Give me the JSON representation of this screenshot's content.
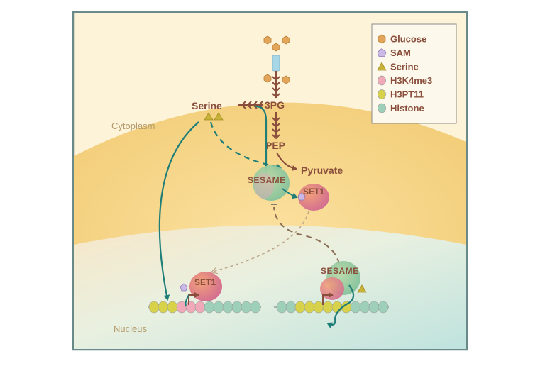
{
  "regions": {
    "cytoplasm": "Cytoplasm",
    "nucleus": "Nucleus"
  },
  "pathway": {
    "serine": "Serine",
    "pg3": "3PG",
    "pep": "PEP",
    "pyruvate": "Pyruvate"
  },
  "complexes": {
    "sesame_cyto": "SESAME",
    "set1_cyto": "SET1",
    "set1_nuc": "SET1",
    "sesame_nuc": "SESAME"
  },
  "legend": {
    "items": [
      {
        "label": "Glucose",
        "icon": "hexagon-icon",
        "color": "#e3a55a"
      },
      {
        "label": "SAM",
        "icon": "pentagon-icon",
        "color": "#cbb9e6"
      },
      {
        "label": "Serine",
        "icon": "triangle-icon",
        "color": "#c9b23a"
      },
      {
        "label": "H3K4me3",
        "icon": "oval-icon",
        "color": "#f0a9b8"
      },
      {
        "label": "H3PT11",
        "icon": "oval-icon",
        "color": "#d8d24a"
      },
      {
        "label": "Histone",
        "icon": "oval-icon",
        "color": "#9ecfb8"
      }
    ]
  },
  "colors": {
    "frame": "#6a8a8a",
    "cytoplasm": "#f6d58f",
    "nucleus": "#cfe8e2",
    "arrow_brown": "#8a4f3c",
    "arrow_teal": "#1f7f78"
  }
}
